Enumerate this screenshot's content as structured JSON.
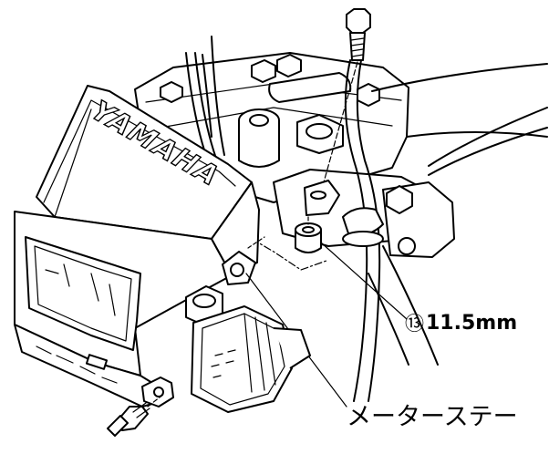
{
  "diagram": {
    "brand_text": "YAMAHA",
    "callout_13": {
      "number": "⑬",
      "spec": "11.5mm"
    },
    "meter_stay_label": "メーターステー"
  }
}
